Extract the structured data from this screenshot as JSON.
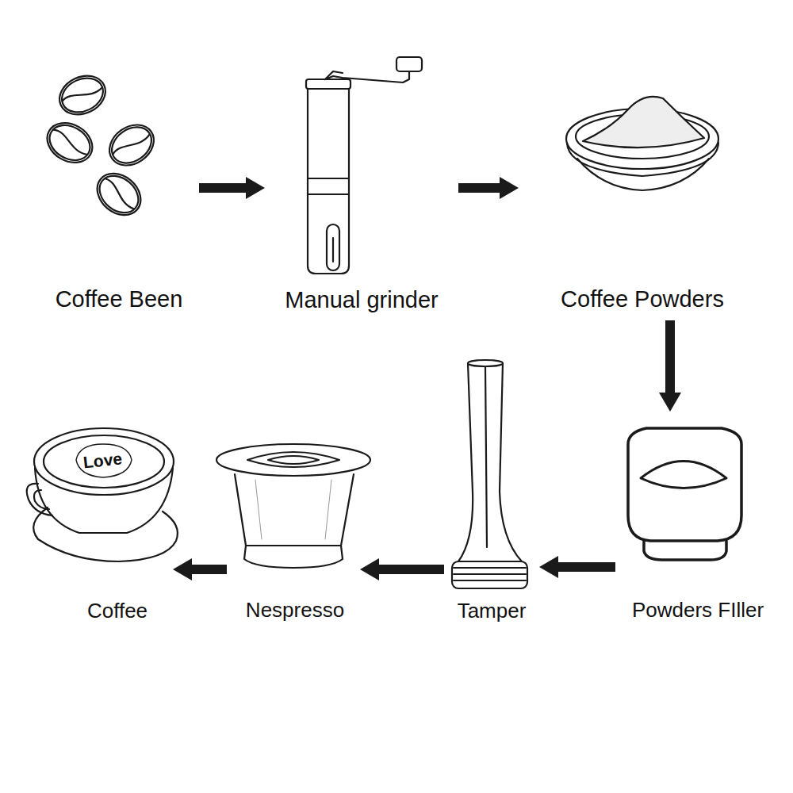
{
  "diagram": {
    "nodes": [
      {
        "text": [
          "Coffee Been"
        ]
      },
      {
        "text": [
          "Manual grinder"
        ]
      },
      {
        "text": [
          "Coffee Powders"
        ]
      },
      {
        "text": [
          "Powders FIller"
        ]
      },
      {
        "text": [
          "Tamper"
        ]
      },
      {
        "text": [
          "Nespresso"
        ]
      },
      {
        "text": [
          "Coffee"
        ]
      }
    ],
    "edges": [
      {
        "from": 0,
        "to": 1,
        "arrow": "to"
      },
      {
        "from": 1,
        "to": 2,
        "arrow": "to"
      },
      {
        "from": 2,
        "to": 3,
        "arrow": "to"
      },
      {
        "from": 3,
        "to": 4,
        "arrow": "to"
      },
      {
        "from": 4,
        "to": 5,
        "arrow": "to"
      },
      {
        "from": 5,
        "to": 6,
        "arrow": "to"
      }
    ],
    "labels": [
      "Love"
    ]
  }
}
